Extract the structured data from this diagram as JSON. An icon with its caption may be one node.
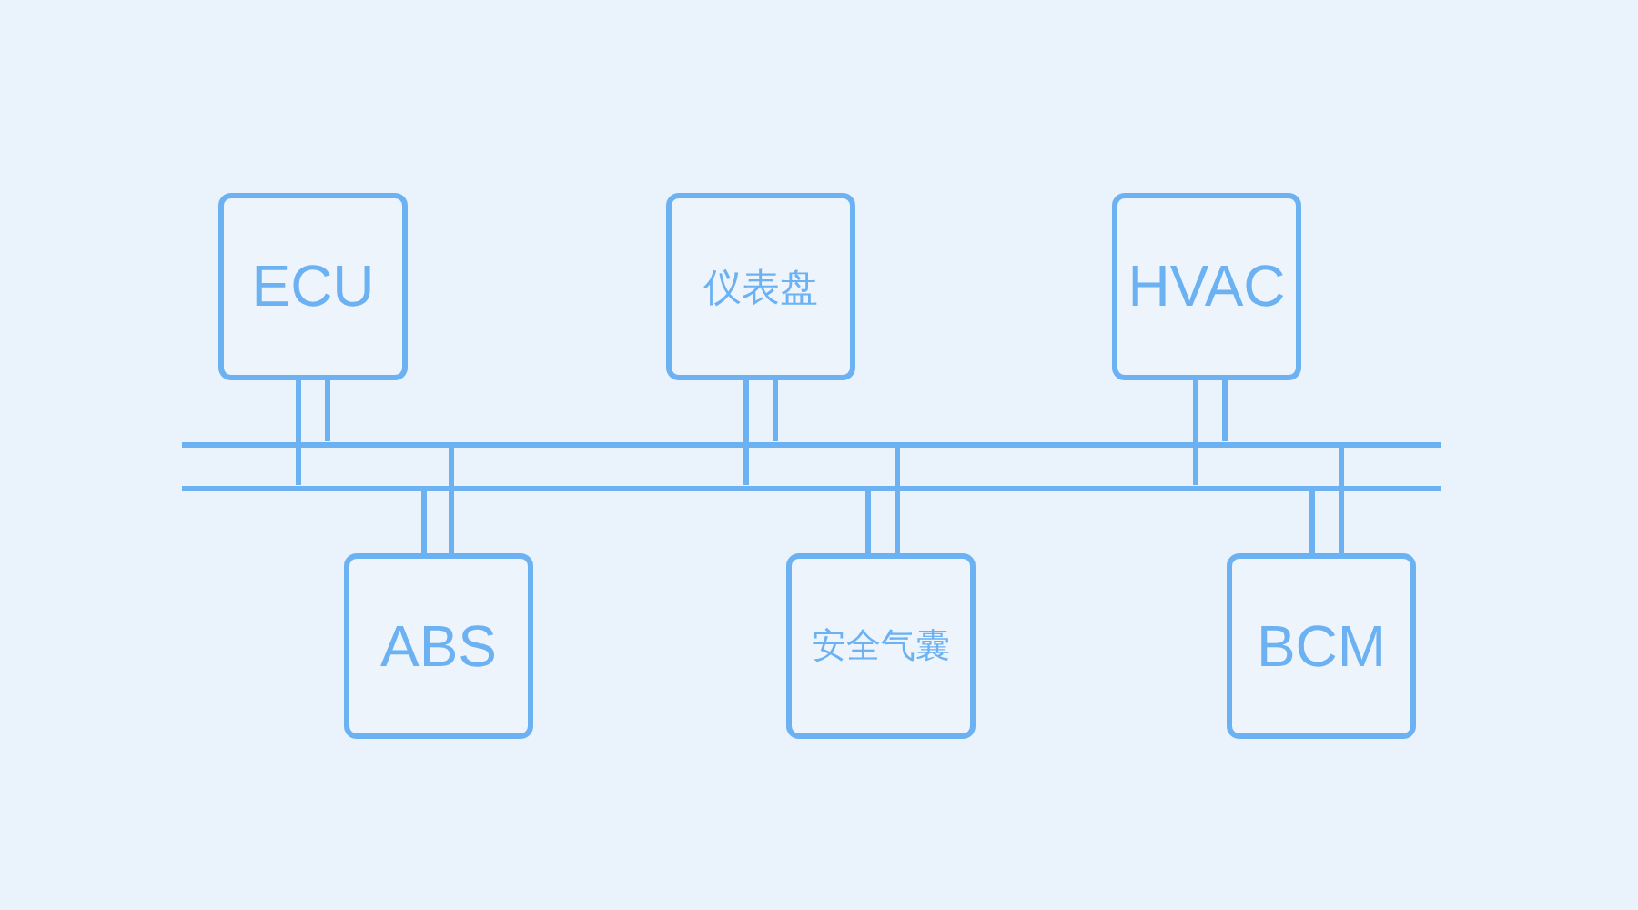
{
  "diagram": {
    "nodes": [
      {
        "text": [
          "ECU"
        ]
      },
      {
        "text": [
          "仪表盘"
        ]
      },
      {
        "text": [
          "HVAC"
        ]
      },
      {
        "text": [],
        "shape": "bar"
      },
      {
        "text": [],
        "shape": "bar"
      },
      {
        "text": [
          "ABS"
        ]
      },
      {
        "text": [
          "安全气囊"
        ]
      },
      {
        "text": [
          "BCM"
        ]
      }
    ],
    "edges": [
      {
        "from": 0,
        "to": 3,
        "arrow": "none"
      },
      {
        "from": 0,
        "to": 4,
        "arrow": "none"
      },
      {
        "from": 1,
        "to": 3,
        "arrow": "none"
      },
      {
        "from": 1,
        "to": 4,
        "arrow": "none"
      },
      {
        "from": 2,
        "to": 3,
        "arrow": "none"
      },
      {
        "from": 2,
        "to": 4,
        "arrow": "none"
      },
      {
        "from": 5,
        "to": 3,
        "arrow": "none"
      },
      {
        "from": 5,
        "to": 4,
        "arrow": "none"
      },
      {
        "from": 6,
        "to": 3,
        "arrow": "none"
      },
      {
        "from": 6,
        "to": 4,
        "arrow": "none"
      },
      {
        "from": 7,
        "to": 3,
        "arrow": "none"
      },
      {
        "from": 7,
        "to": 4,
        "arrow": "none"
      }
    ]
  }
}
